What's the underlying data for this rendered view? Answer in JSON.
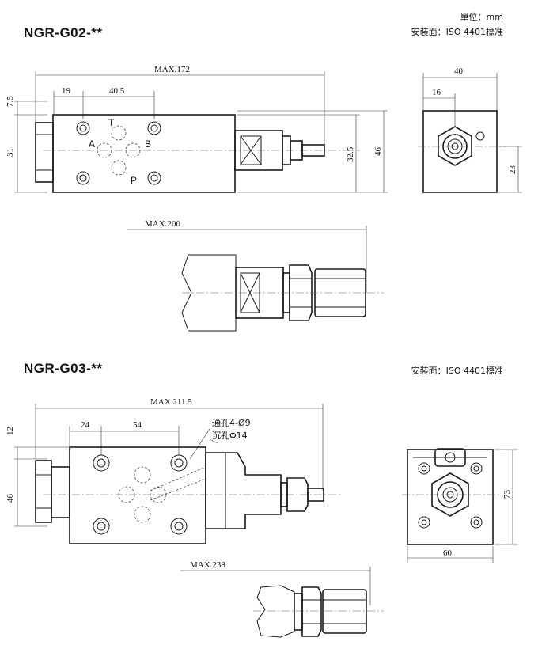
{
  "g02": {
    "title": "NGR-G02-**",
    "unit_note": "單位：mm",
    "mount_note": "安裝面：ISO 4401標准",
    "dims": {
      "max_len": "MAX.172",
      "d19": "19",
      "d40_5": "40.5",
      "d7_5": "7.5",
      "d31": "31",
      "d32_5": "32.5",
      "d46": "46",
      "side_w": "40",
      "side_16": "16",
      "side_23": "23",
      "max_adj": "MAX.200"
    },
    "ports": {
      "T": "T",
      "A": "A",
      "B": "B",
      "P": "P"
    }
  },
  "g03": {
    "title": "NGR-G03-**",
    "mount_note": "安裝面：ISO 4401標准",
    "dims": {
      "max_len": "MAX.211.5",
      "d24": "24",
      "d54": "54",
      "d12": "12",
      "d46": "46",
      "side_w": "60",
      "side_h": "73",
      "max_adj": "MAX.238"
    },
    "holes": {
      "through": "通孔4-Ø9",
      "counterbore": "沉孔Φ14"
    }
  }
}
